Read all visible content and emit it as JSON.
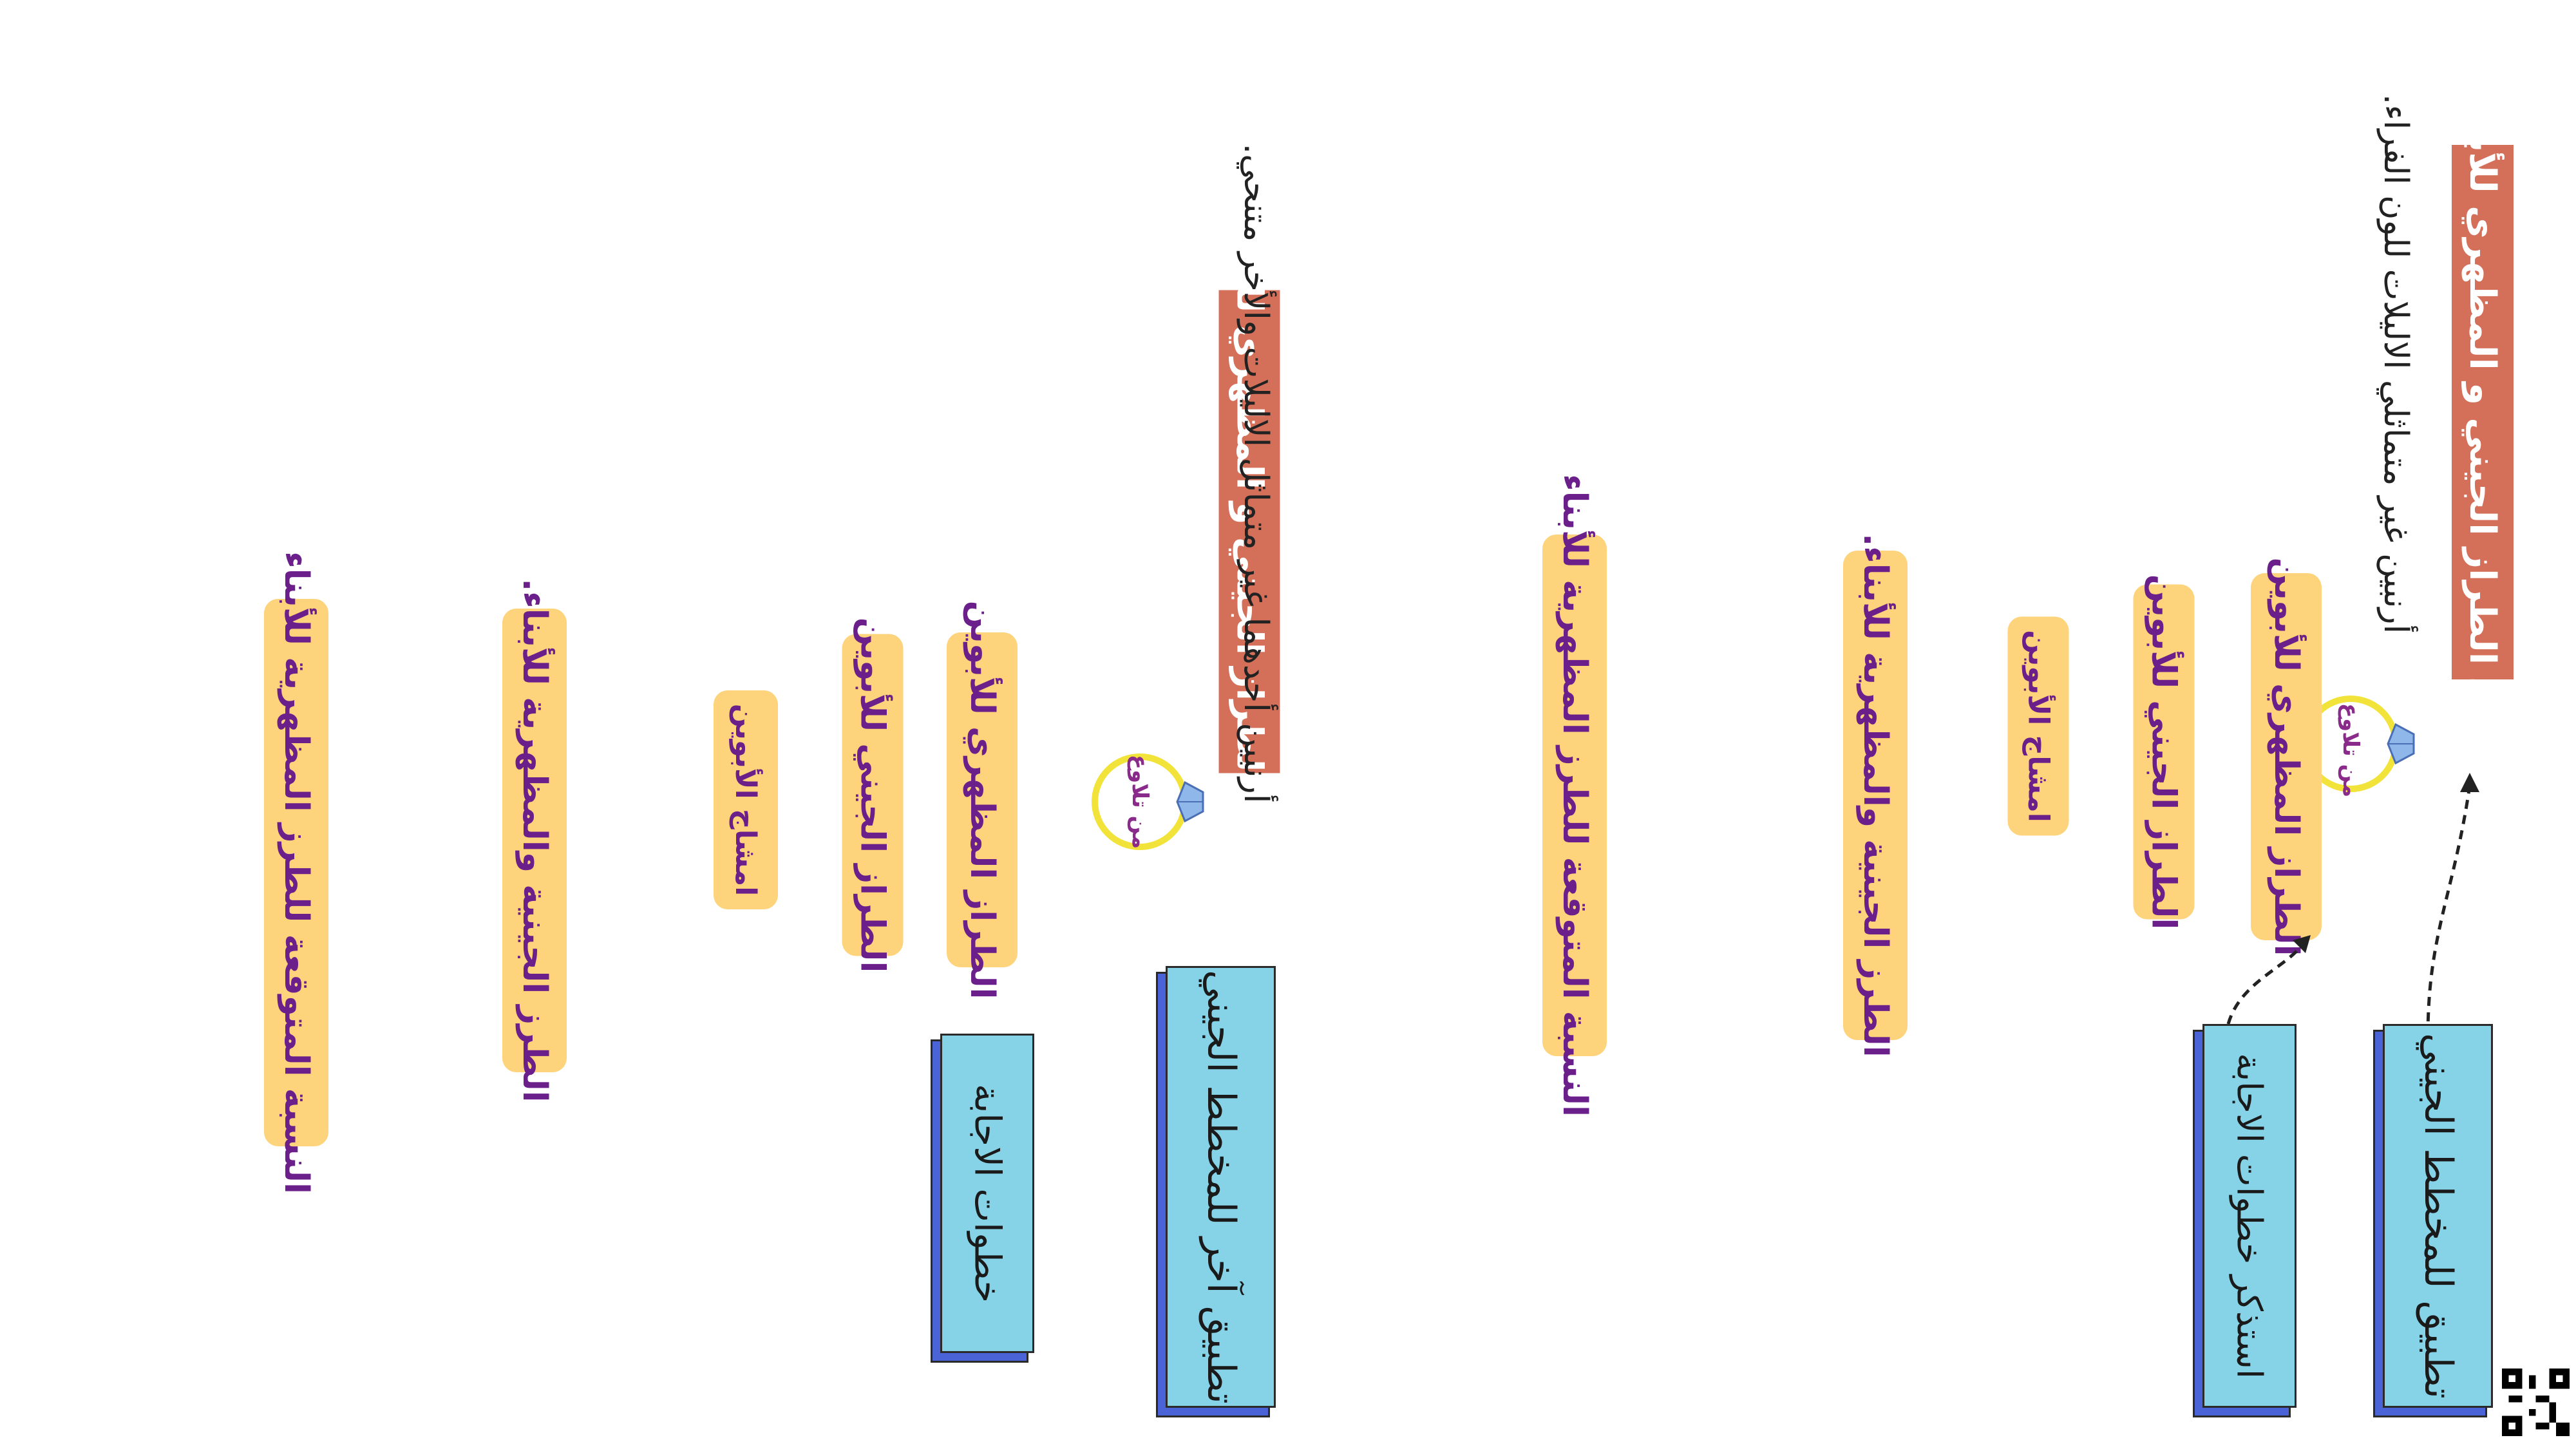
{
  "colors": {
    "label_bg": "#fdd37c",
    "label_text": "#6a1f8a",
    "title_bg": "#d4705a",
    "button_face": "#86d3e8",
    "button_side": "#4a63d6",
    "badge_ring": "#f2e33a"
  },
  "panel1": {
    "title": "أوجد الطراز الجيني و المظهري للأبناء .",
    "question": "أرنبين غير متماثلي الاليلات للون الفراء.",
    "badge": "من تلاوع",
    "parent_phenotype": "الطراز المظهري للأبوين",
    "parent_genotype": "الطراز الجيني للأبوين",
    "gametes": "امشاج الأبوين",
    "offspring": "الطرز الجينية والمظهرية للأبناء.",
    "ratio": "النسبة المتوقعة للطرز المظهرية للأبناء",
    "btn_apply": "تطبيق للمخطط الجيني",
    "btn_steps": "استذكر خطوات الاجابة"
  },
  "panel2": {
    "title": "أوجد الطراز الجيني و المظهري للأبناء .",
    "question": "أرنبين أحدهما غير متماثل الاليلات والأخر متنحي.",
    "badge": "من تلاوع",
    "parent_phenotype": "الطراز المظهري للأبوين",
    "parent_genotype": "الطراز الجيني للأبوين",
    "gametes": "امشاج الأبوين",
    "offspring": "الطرز الجينية والمظهرية للأبناء.",
    "ratio": "النسبة المتوقعة للطرز المظهرية للأبناء",
    "btn_apply": "تطبيق آخر للمخطط الجيني",
    "btn_steps": "خطوات الاجابة"
  }
}
